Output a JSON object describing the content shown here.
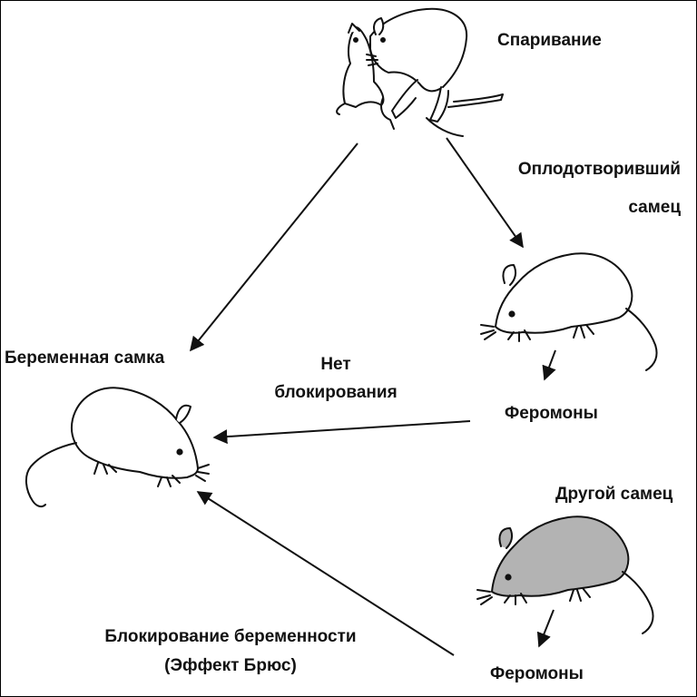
{
  "labels": {
    "mating": "Спаривание",
    "fertilizing_male_line1": "Оплодотворивший",
    "fertilizing_male_line2": "самец",
    "pregnant_female": "Беременная самка",
    "no_block_line1": "Нет",
    "no_block_line2": "блокирования",
    "pheromones_1": "Феромоны",
    "other_male": "Другой самец",
    "pheromones_2": "Феромоны",
    "block_line1": "Блокирование беременности",
    "block_line2": "(Эффект Брюс)"
  },
  "colors": {
    "line": "#111111",
    "rat_fill": "#ffffff",
    "other_male_fill": "#b3b3b3"
  },
  "icons": [
    "mating-rats-icon",
    "fertilizing-male-rat-icon",
    "pregnant-female-rat-icon",
    "other-male-rat-icon"
  ]
}
